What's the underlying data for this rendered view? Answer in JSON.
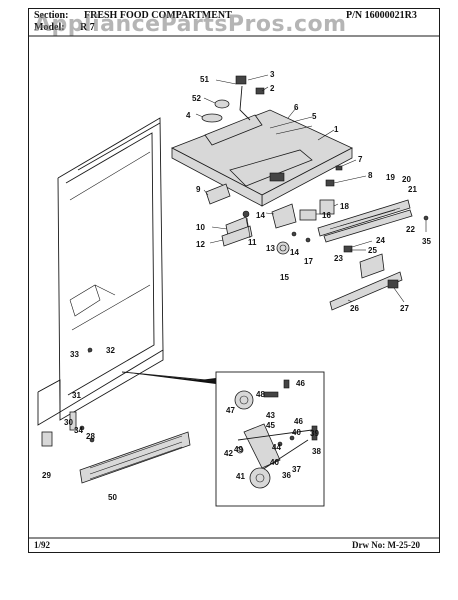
{
  "header": {
    "section_label": "Section:",
    "section_name": "FRESH FOOD COMPARTMENT",
    "part_number": "P/N 16000021R3",
    "model_label": "Model:",
    "model_value": "R 7"
  },
  "watermark": "AppliancePartsPros.com",
  "footer": {
    "date": "1/92",
    "drawing_number": "Drw No: M-25-20"
  },
  "callouts": [
    "1",
    "2",
    "3",
    "4",
    "5",
    "6",
    "7",
    "8",
    "9",
    "10",
    "11",
    "12",
    "13",
    "14",
    "14",
    "15",
    "16",
    "17",
    "18",
    "19",
    "20",
    "21",
    "22",
    "23",
    "24",
    "25",
    "26",
    "27",
    "28",
    "29",
    "30",
    "31",
    "32",
    "33",
    "34",
    "35",
    "36",
    "37",
    "38",
    "39",
    "40",
    "40",
    "41",
    "42",
    "43",
    "44",
    "45",
    "46",
    "46",
    "47",
    "48",
    "49",
    "50",
    "51",
    "52"
  ]
}
